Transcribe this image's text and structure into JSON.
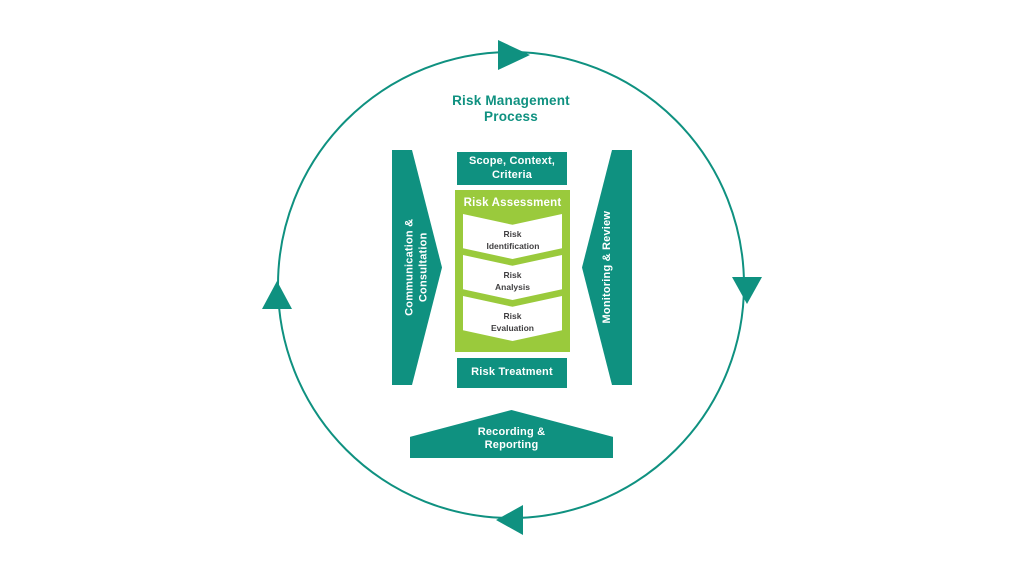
{
  "colors": {
    "teal": "#0f9180",
    "green": "#9aca3c",
    "chevron_text": "#414042",
    "white_text": "#ffffff",
    "background": "#ffffff"
  },
  "diagram": {
    "title": "Risk Management Process",
    "outer_cycle": {
      "shape": "circle",
      "direction": "clockwise",
      "arrow_icons": [
        "arrow-right-icon-top",
        "arrow-down-icon-right",
        "arrow-left-icon-bottom",
        "arrow-up-icon-left"
      ]
    },
    "center_flow": {
      "scope": "Scope, Context, Criteria",
      "risk_assessment": {
        "label": "Risk Assessment",
        "steps": [
          "Risk Identification",
          "Risk Analysis",
          "Risk Evaluation"
        ]
      },
      "risk_treatment": "Risk Treatment",
      "recording_reporting": "Recording & Reporting"
    },
    "side_arrows": {
      "left": "Communication & Consultation",
      "right": "Monitoring & Review"
    }
  }
}
